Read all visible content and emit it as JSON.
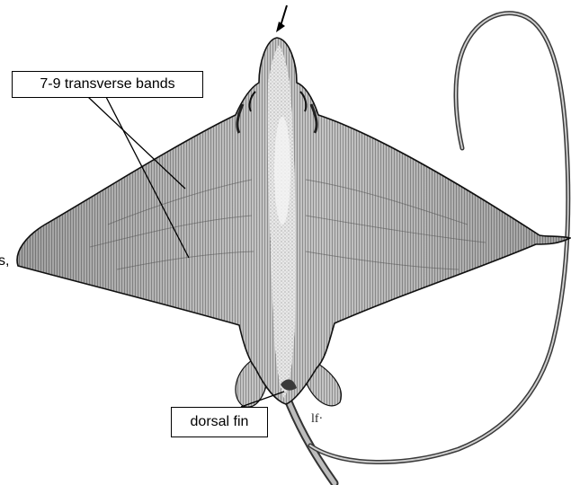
{
  "labels": {
    "transverse_bands": "7-9 transverse bands",
    "dorsal_fin": "dorsal fin",
    "cut_edge_text": "s,"
  },
  "colors": {
    "ink": "#000000",
    "body_fill": "#b9b9b9",
    "midline": "#e4e4e4",
    "background": "#ffffff"
  }
}
